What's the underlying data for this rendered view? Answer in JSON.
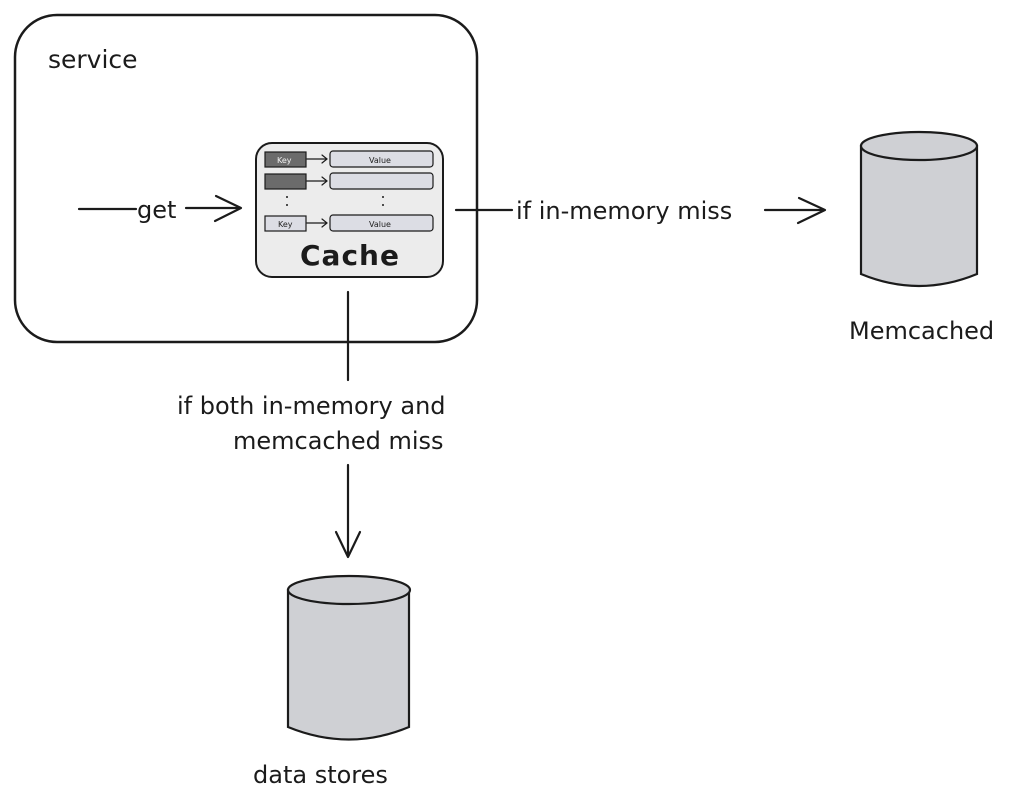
{
  "service": {
    "label": "service"
  },
  "cache": {
    "title": "Cache",
    "rows": [
      {
        "key": "Key",
        "value": "Value"
      },
      {
        "key": "",
        "value": ""
      },
      {
        "key": "Key",
        "value": "Value"
      }
    ]
  },
  "edges": {
    "get": "get",
    "to_memcached": "if in-memory miss",
    "to_datastores_line1": "if both in-memory and",
    "to_datastores_line2": "memcached miss"
  },
  "stores": {
    "memcached": "Memcached",
    "data_stores": "data stores"
  },
  "colors": {
    "stroke": "#1b1b1b",
    "cache_fill": "#ececec",
    "key_fill": "#6b6b6b",
    "value_fill": "#dcdde4",
    "cylinder_fill": "#cfd0d4"
  }
}
